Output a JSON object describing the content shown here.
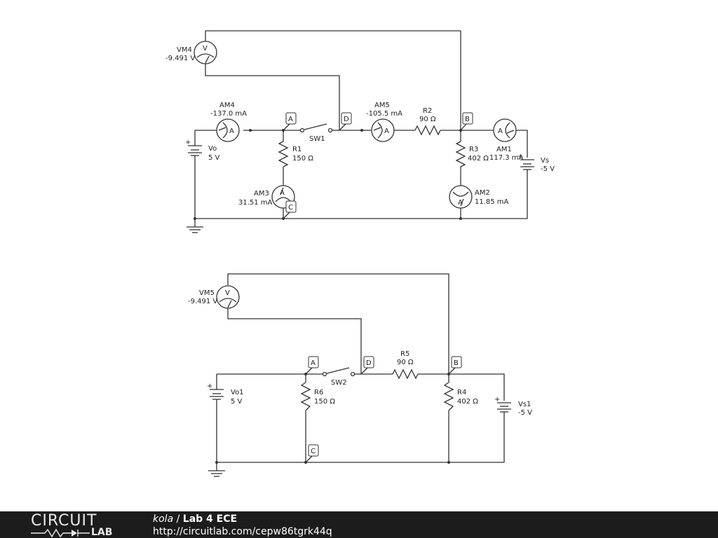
{
  "circuit1": {
    "vm4": {
      "name": "VM4",
      "value": "-9.491 V",
      "symbol": "V"
    },
    "am4": {
      "name": "AM4",
      "value": "-137.0 mA",
      "symbol": "A"
    },
    "am5": {
      "name": "AM5",
      "value": "-105.5 mA",
      "symbol": "A"
    },
    "am1": {
      "name": "AM1",
      "value": "117.3 mA",
      "symbol": "A"
    },
    "am2": {
      "name": "AM2",
      "value": "11.85 mA",
      "symbol": "A"
    },
    "am3": {
      "name": "AM3",
      "value": "31.51 mA",
      "symbol": "A"
    },
    "vo": {
      "name": "Vo",
      "value": "5 V"
    },
    "vs": {
      "name": "Vs",
      "value": "-5 V"
    },
    "r1": {
      "name": "R1",
      "value": "150 Ω"
    },
    "r2": {
      "name": "R2",
      "value": "90 Ω"
    },
    "r3": {
      "name": "R3",
      "value": "402 Ω"
    },
    "sw": {
      "name": "SW1"
    },
    "nodes": {
      "a": "A",
      "b": "B",
      "c": "C",
      "d": "D"
    }
  },
  "circuit2": {
    "vm5": {
      "name": "VM5",
      "value": "-9.491 V",
      "symbol": "V"
    },
    "vo1": {
      "name": "Vo1",
      "value": "5 V"
    },
    "vs1": {
      "name": "Vs1",
      "value": "-5 V"
    },
    "r4": {
      "name": "R4",
      "value": "402 Ω"
    },
    "r5": {
      "name": "R5",
      "value": "90 Ω"
    },
    "r6": {
      "name": "R6",
      "value": "150 Ω"
    },
    "sw": {
      "name": "SW2"
    },
    "nodes": {
      "a": "A",
      "b": "B",
      "c": "C",
      "d": "D"
    }
  },
  "footer": {
    "brand_top": "CIRCUIT",
    "brand_bottom": "LAB",
    "author": "kola",
    "separator": " / ",
    "project": "Lab 4 ECE",
    "url": "http://circuitlab.com/cepw86tgrk44q"
  },
  "colors": {
    "wire": "#333333",
    "footer_bg": "#1c1c1c",
    "footer_text": "#ffffff"
  }
}
